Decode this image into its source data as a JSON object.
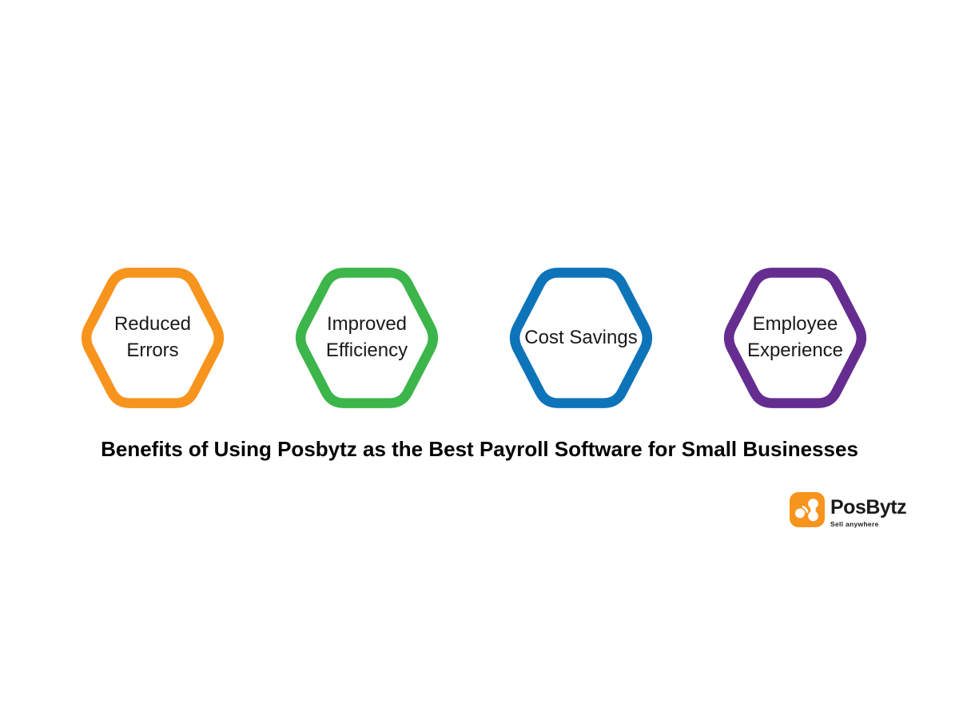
{
  "canvas": {
    "background": "#FFFFFF",
    "label_text_color": "#1A1A1A",
    "title_text_color": "#000000"
  },
  "hexagons": {
    "items": [
      {
        "label": "Reduced Errors",
        "color": "#F7941E"
      },
      {
        "label": "Improved Efficiency",
        "color": "#3CB54A"
      },
      {
        "label": "Cost Savings",
        "color": "#0E74B9"
      },
      {
        "label": "Employee Experience",
        "color": "#662D91"
      }
    ]
  },
  "title": {
    "text": "Benefits of Using Posbytz as the Best Payroll Software for Small Businesses"
  },
  "logo": {
    "brand_name": "PosBytz",
    "tagline": "Sell anywhere",
    "icon_color": "#F7941E",
    "icon_glyph_color": "#FFFFFF"
  }
}
